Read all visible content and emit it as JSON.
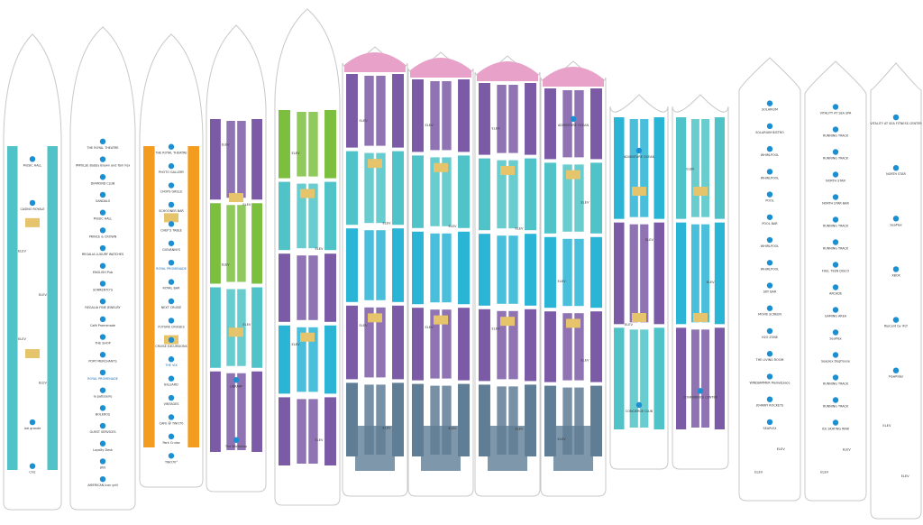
{
  "colors": {
    "teal": "#4fc3c7",
    "lightblue": "#2ab4d6",
    "purple": "#7b5aa6",
    "green": "#7cbf3f",
    "pink": "#e8a1c8",
    "orange": "#f39c1f",
    "slate": "#5f7d95",
    "gold": "#e6c46b",
    "icon_blue": "#1b8fd1",
    "outline": "#c8c8c8",
    "hull": "#ffffff"
  },
  "decks": [
    {
      "id": "deck-1",
      "labels": [
        {
          "text": "MUSIC HALL"
        },
        {
          "text": "CASINO ROYALE"
        },
        {
          "text": "ELEV"
        },
        {
          "text": "ELEV"
        },
        {
          "text": "ELEV"
        },
        {
          "text": "ELEV"
        },
        {
          "text": "Izzi grande"
        },
        {
          "text": "Chic"
        }
      ]
    },
    {
      "id": "deck-2",
      "labels": [
        {
          "text": "THE ROYAL THEATRE"
        },
        {
          "text": "IMPULSE Bobby Brown and Tom Fox"
        },
        {
          "text": "DIAMOND CLUB"
        },
        {
          "text": "SANDALS"
        },
        {
          "text": "MUSIC HALL"
        },
        {
          "text": "PRINCE & CROWN"
        },
        {
          "text": "REGALIA LUXURY WATCHES"
        },
        {
          "text": "ENGLISH Pub"
        },
        {
          "text": "SORRENTO'S"
        },
        {
          "text": "REGALIA FINE JEWELRY"
        },
        {
          "text": "Café Promenade"
        },
        {
          "text": "THE SHOP"
        },
        {
          "text": "PORT MERCHANTS"
        },
        {
          "text": "ROYAL PROMENADE"
        },
        {
          "text": "la patisserie"
        },
        {
          "text": "BOLEROS"
        },
        {
          "text": "GUEST SERVICES"
        },
        {
          "text": "Loyalty Desk"
        },
        {
          "text": "JKN"
        },
        {
          "text": "AMERICAN Icon grill"
        }
      ]
    },
    {
      "id": "deck-3",
      "labels": [
        {
          "text": "THE ROYAL THEATRE"
        },
        {
          "text": "PHOTO GALLERY"
        },
        {
          "text": "CHOPS GRILLE"
        },
        {
          "text": "SCHOONER BAR"
        },
        {
          "text": "CHEF'S TABLE"
        },
        {
          "text": "GIOVANNI'S"
        },
        {
          "text": "ROYAL PROMENADE"
        },
        {
          "text": "ROYAL BAR"
        },
        {
          "text": "NEXT CRUISE"
        },
        {
          "text": "FUTURE CRUISES"
        },
        {
          "text": "CRUISE EXCURSIONS"
        },
        {
          "text": "THE VIX"
        },
        {
          "text": "BILLIARD"
        },
        {
          "text": "VINTAGES"
        },
        {
          "text": "CAFE @ TWO70"
        },
        {
          "text": "Park Cruise"
        },
        {
          "text": "TWO70°"
        }
      ]
    },
    {
      "id": "deck-4",
      "labels": [
        {
          "text": "ELEV"
        },
        {
          "text": "ELEV"
        },
        {
          "text": "ELEV"
        },
        {
          "text": "ELEV"
        },
        {
          "text": "LIBRARY"
        },
        {
          "text": "The Workshop"
        }
      ]
    },
    {
      "id": "deck-5",
      "labels": [
        {
          "text": "ELEV"
        },
        {
          "text": "ELEV"
        },
        {
          "text": "ELEV"
        },
        {
          "text": "ELEV"
        }
      ]
    },
    {
      "id": "deck-6",
      "labels": [
        {
          "text": "ELEV"
        },
        {
          "text": "ELEV"
        },
        {
          "text": "ELEV"
        },
        {
          "text": "ELEV"
        }
      ]
    },
    {
      "id": "deck-7",
      "labels": [
        {
          "text": "ELEV"
        },
        {
          "text": "ELEV"
        },
        {
          "text": "ELEV"
        },
        {
          "text": "ELEV"
        }
      ]
    },
    {
      "id": "deck-8",
      "labels": [
        {
          "text": "ELEV"
        },
        {
          "text": "ELEV"
        },
        {
          "text": "ELEV"
        },
        {
          "text": "ELEV"
        }
      ]
    },
    {
      "id": "deck-9",
      "labels": [
        {
          "text": "ADVENTURE OCEAN"
        },
        {
          "text": "ELEV"
        },
        {
          "text": "ELEV"
        },
        {
          "text": "ELEV"
        },
        {
          "text": "ELEV"
        }
      ]
    },
    {
      "id": "deck-10",
      "labels": [
        {
          "text": "ADVENTURE OCEAN"
        },
        {
          "text": "ELEV"
        },
        {
          "text": "ELEV"
        },
        {
          "text": "CONCIERGE CLUB"
        }
      ]
    },
    {
      "id": "deck-11",
      "labels": [
        {
          "text": "ELEV"
        },
        {
          "text": "ELEV"
        },
        {
          "text": "CONFERENCE CENTER"
        }
      ]
    },
    {
      "id": "deck-12",
      "labels": [
        {
          "text": "SOLARIUM"
        },
        {
          "text": "SOLARIUM BISTRO"
        },
        {
          "text": "WHIRLPOOL"
        },
        {
          "text": "WHIRLPOOL"
        },
        {
          "text": "POOL"
        },
        {
          "text": "POOL BAR"
        },
        {
          "text": "WHIRLPOOL"
        },
        {
          "text": "WHIRLPOOL"
        },
        {
          "text": "SKY BAR"
        },
        {
          "text": "MOVIE SCREEN"
        },
        {
          "text": "H2O ZONE"
        },
        {
          "text": "THE LIVING ROOM"
        },
        {
          "text": "WINDJAMMER Marketplace"
        },
        {
          "text": "JOHNNY ROCKETS"
        },
        {
          "text": "SEAPLEX"
        },
        {
          "text": "ELEV"
        },
        {
          "text": "ELEV"
        }
      ]
    },
    {
      "id": "deck-13",
      "labels": [
        {
          "text": "VITALITY AT SEA SPA"
        },
        {
          "text": "RUNNING TRACK"
        },
        {
          "text": "RUNNING TRACK"
        },
        {
          "text": "NORTH STAR"
        },
        {
          "text": "NORTH STAR BAR"
        },
        {
          "text": "RUNNING TRACK"
        },
        {
          "text": "RUNNING TRACK"
        },
        {
          "text": "FUEL TEEN DISCO"
        },
        {
          "text": "ARCADE"
        },
        {
          "text": "GAMING AREA"
        },
        {
          "text": "SeaPlex"
        },
        {
          "text": "Seaplex Dogfrouse"
        },
        {
          "text": "RUNNING TRACK"
        },
        {
          "text": "RUNNING TRACK"
        },
        {
          "text": "ICE SKATING RINK"
        },
        {
          "text": "ELEV"
        },
        {
          "text": "ELEV"
        }
      ]
    },
    {
      "id": "deck-14",
      "labels": [
        {
          "text": "VITALITY AT SEA FITNESS CENTER"
        },
        {
          "text": "NORTH STAR"
        },
        {
          "text": "SeaPlex"
        },
        {
          "text": "XBOX"
        },
        {
          "text": "RipCord by iFLY"
        },
        {
          "text": "FlowRider"
        },
        {
          "text": "ELEV"
        },
        {
          "text": "ELEV"
        }
      ]
    }
  ]
}
